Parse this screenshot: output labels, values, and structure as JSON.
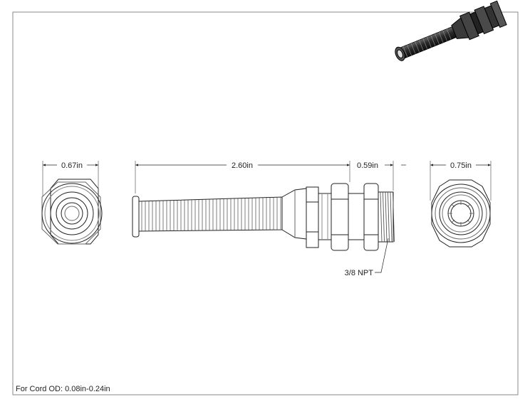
{
  "drawing": {
    "dims": {
      "left_view_width": "0.67in",
      "side_length": "2.60in",
      "thread_length": "0.59in",
      "right_view_width": "0.75in"
    },
    "thread_label": "3/8 NPT",
    "cord_note": "For Cord OD: 0.08in-0.24in"
  }
}
